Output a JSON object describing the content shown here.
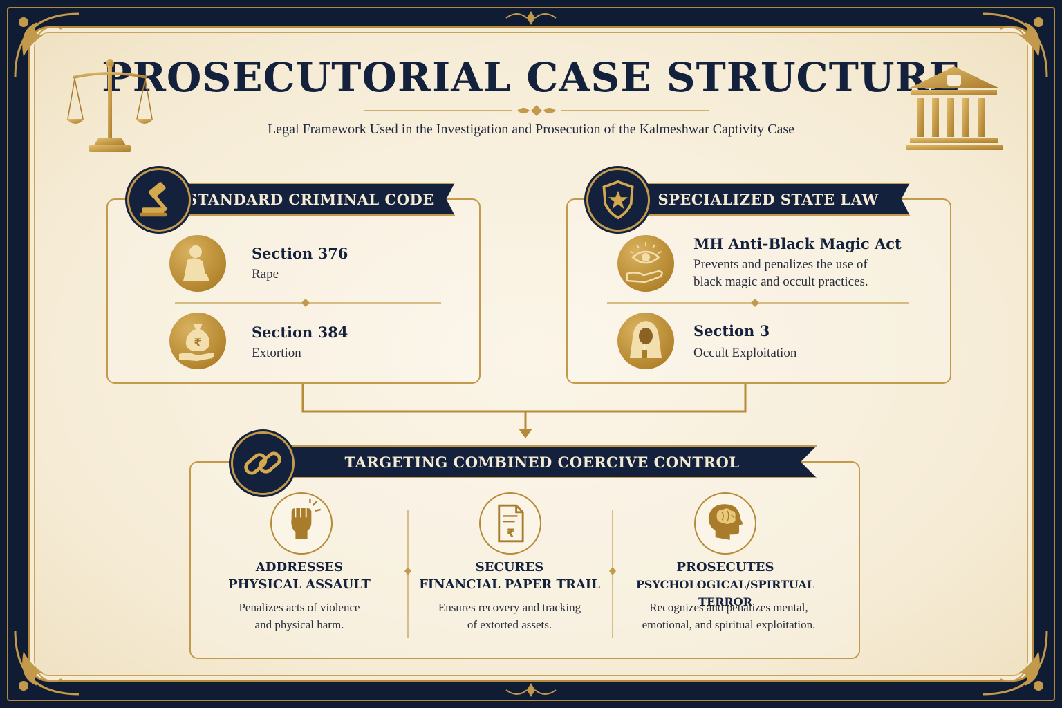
{
  "header": {
    "title": "PROSECUTORIAL CASE STRUCTURE",
    "subtitle": "Legal Framework Used in the Investigation and Prosecution of the Kalmeshwar Captivity Case"
  },
  "standard_code": {
    "banner": "STANDARD CRIMINAL CODE",
    "icon": "gavel-icon",
    "items": [
      {
        "title": "Section 376",
        "sub": "Rape",
        "icon": "distressed-person-icon"
      },
      {
        "title": "Section 384",
        "sub": "Extortion",
        "icon": "money-bag-hand-icon"
      }
    ]
  },
  "state_law": {
    "banner": "SPECIALIZED STATE LAW",
    "icon": "shield-star-icon",
    "items": [
      {
        "title": "MH Anti-Black Magic Act",
        "sub_line1": "Prevents and penalizes the use of",
        "sub_line2": "black magic and occult practices.",
        "icon": "eye-hand-icon"
      },
      {
        "title": "Section 3",
        "sub": "Occult Exploitation",
        "icon": "hooded-figure-icon"
      }
    ]
  },
  "combined": {
    "banner": "TARGETING COMBINED COERCIVE CONTROL",
    "icon": "chain-link-icon",
    "columns": [
      {
        "head_line1": "ADDRESSES",
        "head_line2": "PHYSICAL ASSAULT",
        "desc_line1": "Penalizes acts of violence",
        "desc_line2": "and physical harm.",
        "icon": "fist-icon"
      },
      {
        "head_line1": "SECURES",
        "head_line2": "FINANCIAL PAPER TRAIL",
        "desc_line1": "Ensures recovery and tracking",
        "desc_line2": "of extorted assets.",
        "icon": "rupee-document-icon"
      },
      {
        "head_line1": "PROSECUTES",
        "head_line2": "PSYCHOLOGICAL/SPIRTUAL TERROR",
        "desc_line1": "Recognizes and penalizes mental,",
        "desc_line2": "emotional, and spiritual exploitation.",
        "icon": "head-brain-icon"
      }
    ]
  },
  "colors": {
    "navy": "#14213d",
    "gold": "#c39a4b",
    "parchment": "#f6ecd6"
  }
}
